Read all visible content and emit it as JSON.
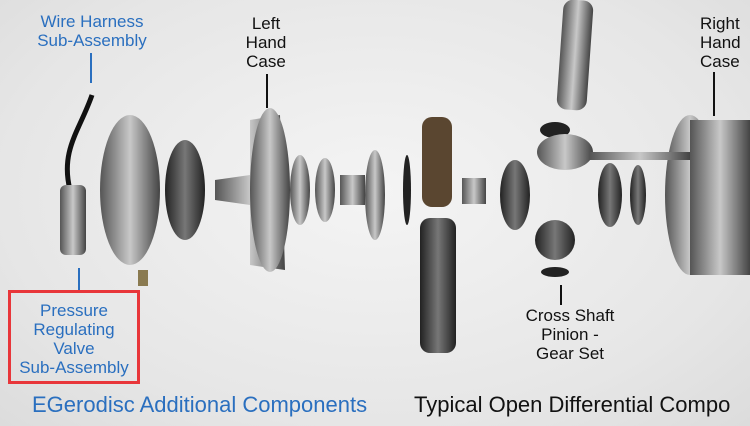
{
  "labels": {
    "wire_harness": [
      "Wire Harness",
      "Sub-Assembly"
    ],
    "left_case": [
      "Left",
      "Hand",
      "Case"
    ],
    "right_case": [
      "Right",
      "Hand",
      "Case"
    ],
    "pressure_valve": [
      "Pressure",
      "Regulating",
      "Valve",
      "Sub-Assembly"
    ],
    "cross_shaft": [
      "Cross Shaft",
      "Pinion -",
      "Gear Set"
    ]
  },
  "captions": {
    "egerodisc": "EGerodisc Additional Components",
    "typical": "Typical Open Differential Compo"
  },
  "colors": {
    "blue_label": "#2a6fbf",
    "highlight": "#e8363a"
  }
}
